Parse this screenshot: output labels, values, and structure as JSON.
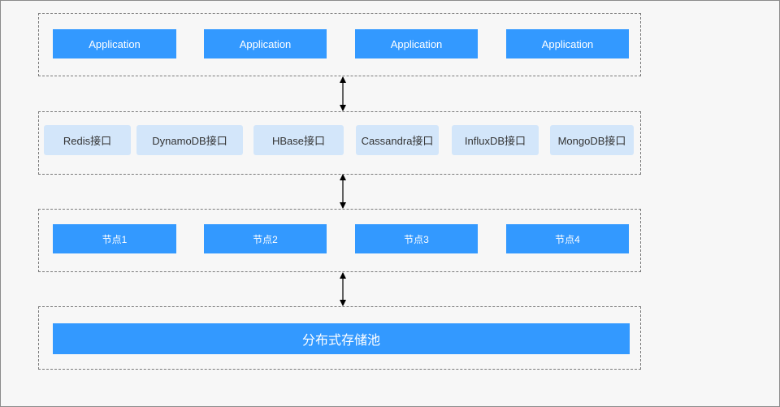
{
  "layers": {
    "applications": [
      "Application",
      "Application",
      "Application",
      "Application"
    ],
    "interfaces": [
      "Redis接口",
      "DynamoDB接口",
      "HBase接口",
      "Cassandra接口",
      "InfluxDB接口",
      "MongoDB接口"
    ],
    "nodes": [
      "节点1",
      "节点2",
      "节点3",
      "节点4"
    ],
    "storage": "分布式存储池"
  },
  "colors": {
    "primary_box": "#3399ff",
    "interface_box": "#d3e6fa",
    "background": "#f7f7f7"
  }
}
